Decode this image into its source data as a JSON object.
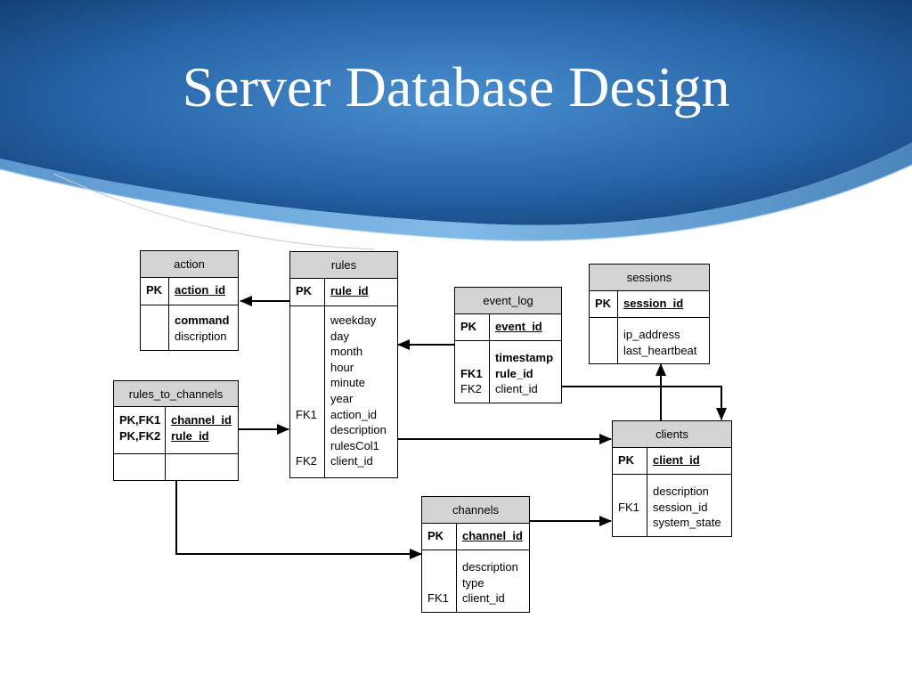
{
  "slide": {
    "title": "Server Database Design"
  },
  "colors": {
    "banner_dark": "#0e3566",
    "banner_mid": "#2a6fb0",
    "banner_light": "#5aa0d8",
    "header_fill": "#d4d4d4",
    "line": "#000000"
  },
  "tables": {
    "action": {
      "name": "action",
      "pk": {
        "key": "PK",
        "field": "action_id"
      },
      "fields": [
        {
          "key": "",
          "name": "command",
          "bold": true
        },
        {
          "key": "",
          "name": "discription",
          "bold": false
        }
      ]
    },
    "rules": {
      "name": "rules",
      "pk": {
        "key": "PK",
        "field": "rule_id"
      },
      "fields": [
        {
          "key": "",
          "name": "weekday",
          "bold": false
        },
        {
          "key": "",
          "name": "day",
          "bold": false
        },
        {
          "key": "",
          "name": "month",
          "bold": false
        },
        {
          "key": "",
          "name": "hour",
          "bold": false
        },
        {
          "key": "",
          "name": "minute",
          "bold": false
        },
        {
          "key": "",
          "name": "year",
          "bold": false
        },
        {
          "key": "FK1",
          "name": "action_id",
          "bold": false
        },
        {
          "key": "",
          "name": "description",
          "bold": false
        },
        {
          "key": "",
          "name": "rulesCol1",
          "bold": false
        },
        {
          "key": "FK2",
          "name": "client_id",
          "bold": false
        }
      ]
    },
    "event_log": {
      "name": "event_log",
      "pk": {
        "key": "PK",
        "field": "event_id"
      },
      "fields": [
        {
          "key": "",
          "name": "timestamp",
          "bold": true
        },
        {
          "key": "FK1",
          "name": "rule_id",
          "bold": true,
          "key_bold": true
        },
        {
          "key": "FK2",
          "name": "client_id",
          "bold": false
        }
      ]
    },
    "sessions": {
      "name": "sessions",
      "pk": {
        "key": "PK",
        "field": "session_id"
      },
      "fields": [
        {
          "key": "",
          "name": "ip_address",
          "bold": false
        },
        {
          "key": "",
          "name": "last_heartbeat",
          "bold": false
        }
      ]
    },
    "rules_to_channels": {
      "name": "rules_to_channels",
      "pk_rows": [
        {
          "key": "PK,FK1",
          "field": "channel_id"
        },
        {
          "key": "PK,FK2",
          "field": "rule_id"
        }
      ],
      "fields": []
    },
    "clients": {
      "name": "clients",
      "pk": {
        "key": "PK",
        "field": "client_id"
      },
      "fields": [
        {
          "key": "",
          "name": "description",
          "bold": false
        },
        {
          "key": "FK1",
          "name": "session_id",
          "bold": false
        },
        {
          "key": "",
          "name": "system_state",
          "bold": false
        }
      ]
    },
    "channels": {
      "name": "channels",
      "pk": {
        "key": "PK",
        "field": "channel_id"
      },
      "fields": [
        {
          "key": "",
          "name": "description",
          "bold": false
        },
        {
          "key": "",
          "name": "type",
          "bold": false
        },
        {
          "key": "FK1",
          "name": "client_id",
          "bold": false
        }
      ]
    }
  },
  "relationships": [
    {
      "from": "rules",
      "to": "action"
    },
    {
      "from": "event_log",
      "to": "rules"
    },
    {
      "from": "rules_to_channels",
      "to": "rules"
    },
    {
      "from": "rules",
      "to": "clients"
    },
    {
      "from": "event_log",
      "to": "clients"
    },
    {
      "from": "clients",
      "to": "sessions"
    },
    {
      "from": "rules_to_channels",
      "to": "channels"
    },
    {
      "from": "channels",
      "to": "clients"
    }
  ]
}
